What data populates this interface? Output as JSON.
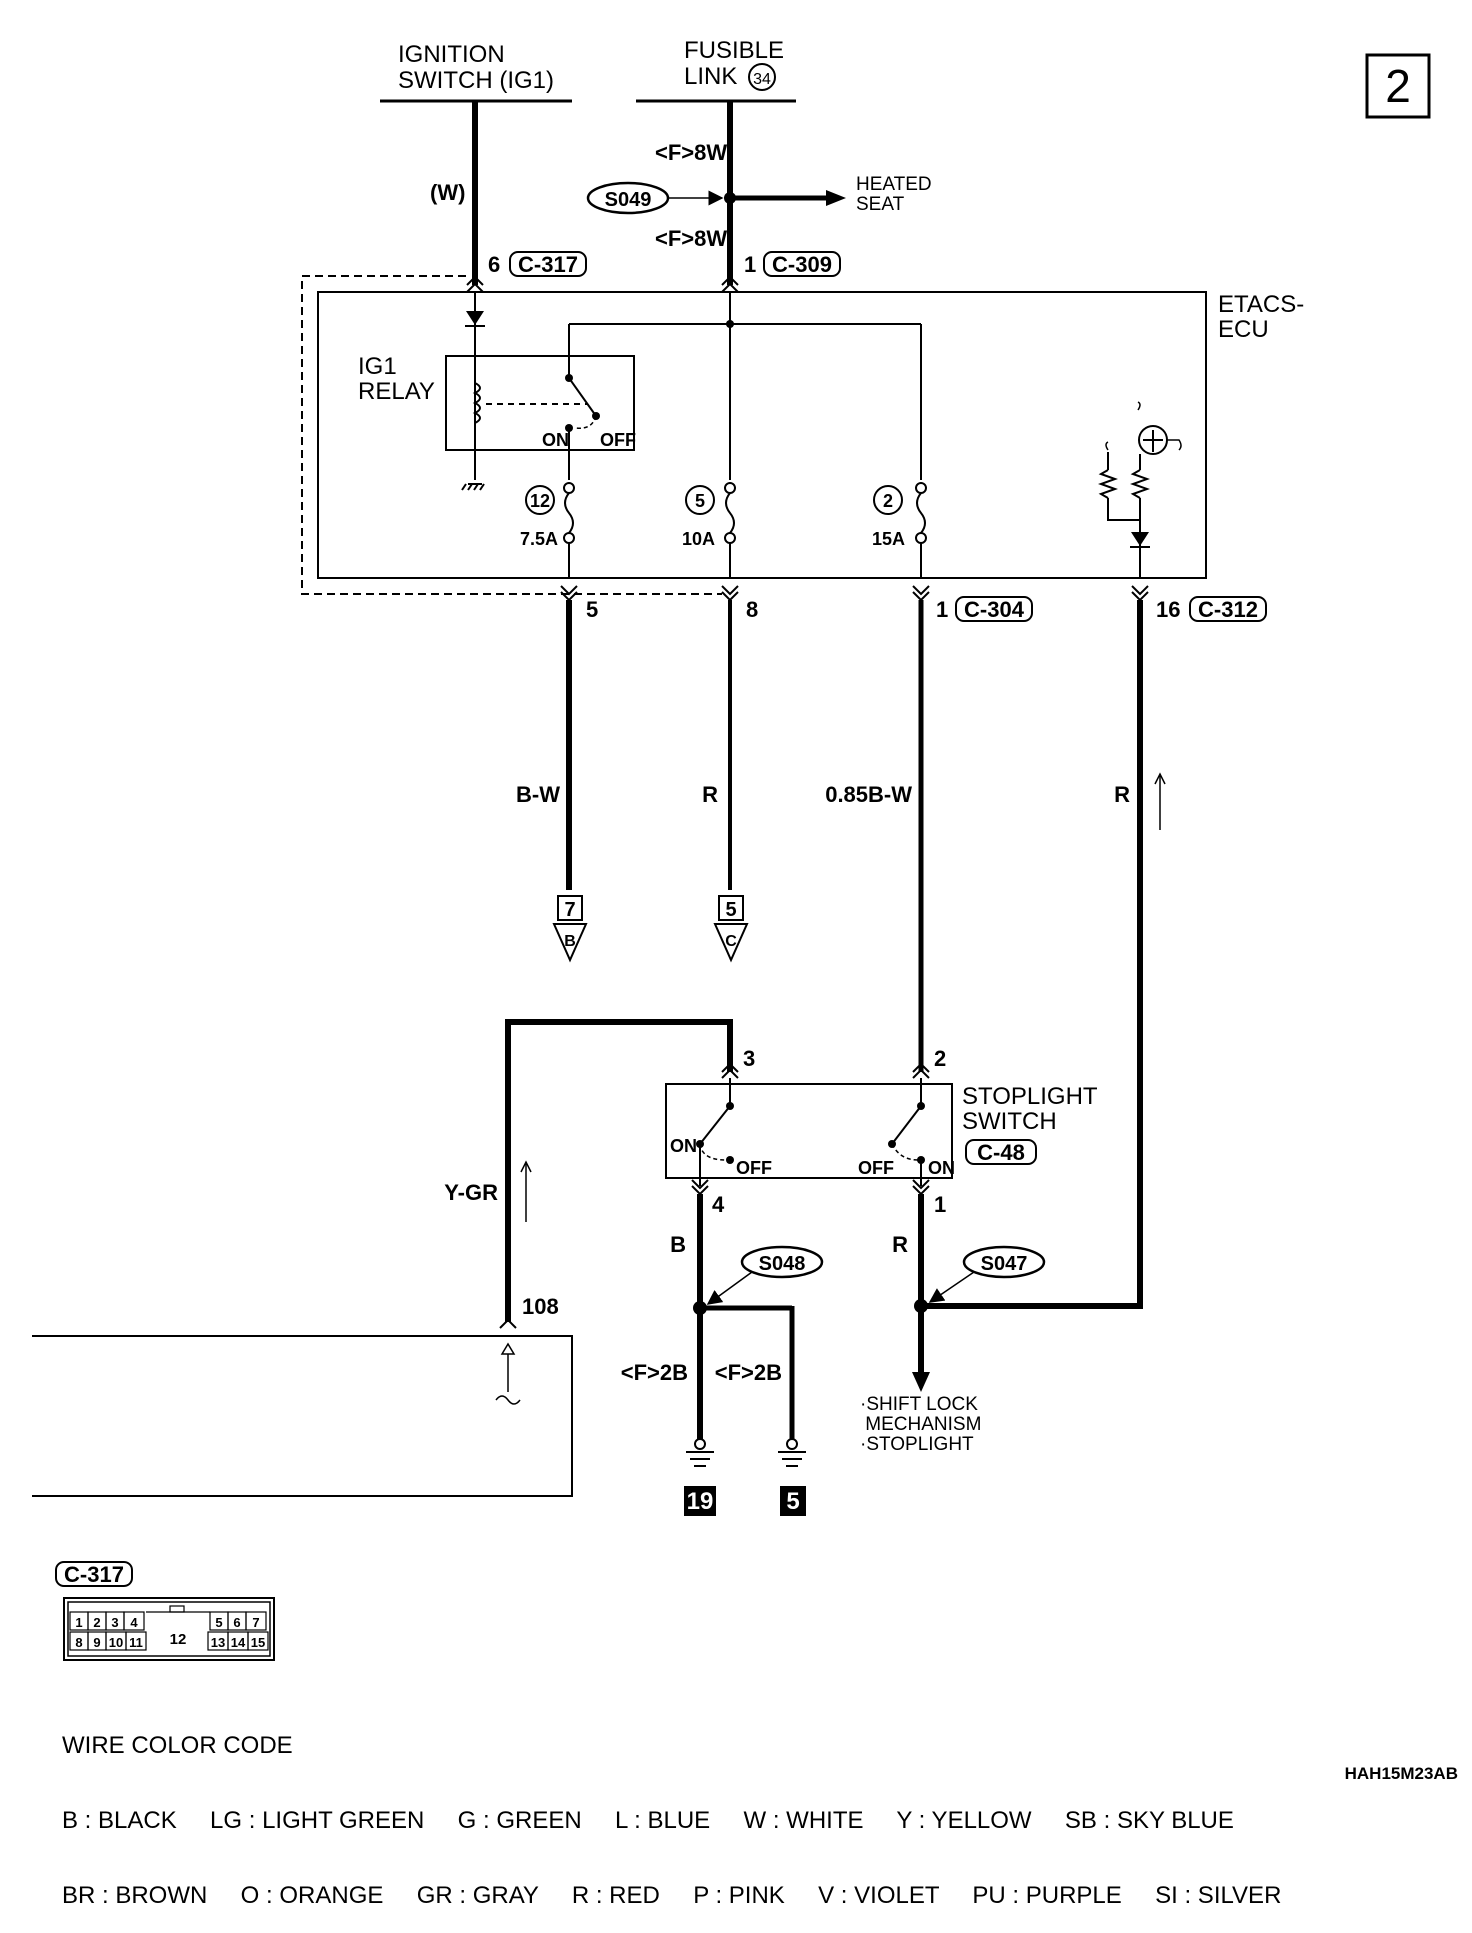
{
  "page_number": "2",
  "sources": {
    "ignition_switch": [
      "IGNITION",
      "SWITCH (IG1)"
    ],
    "fusible_link": [
      "FUSIBLE",
      "LINK"
    ],
    "fusible_link_no": "34"
  },
  "wires": {
    "ig_wire": "(W)",
    "f8w_top": "<F>8W",
    "f8w_bottom": "<F>8W",
    "splice_s049": "S049",
    "heated_seat": [
      "HEATED",
      "SEAT"
    ],
    "out1": "B-W",
    "out2": "R",
    "out3": "0.85B-W",
    "out4": "R",
    "y_gr": "Y-GR",
    "b": "B",
    "r": "R",
    "f2b_left": "<F>2B",
    "f2b_right": "<F>2B",
    "splice_s048": "S048",
    "splice_s047": "S047"
  },
  "pins": {
    "p6": "6",
    "p1_top": "1",
    "p5": "5",
    "p8": "8",
    "p1_mid": "1",
    "p16": "16",
    "p3": "3",
    "p2": "2",
    "p4": "4",
    "p1_bot": "1",
    "p108": "108"
  },
  "connectors": {
    "c317": "C-317",
    "c309": "C-309",
    "c304": "C-304",
    "c312": "C-312",
    "c48": "C-48"
  },
  "ecu": {
    "name": [
      "ETACS-",
      "ECU"
    ],
    "relay": [
      "IG1",
      "RELAY"
    ],
    "relay_on": "ON",
    "relay_off": "OFF",
    "fuses": [
      {
        "no": "12",
        "rating": "7.5A"
      },
      {
        "no": "5",
        "rating": "10A"
      },
      {
        "no": "2",
        "rating": "15A"
      }
    ]
  },
  "refs": {
    "ref7": "7",
    "ref7_sub": "B",
    "ref5": "5",
    "ref5_sub": "C"
  },
  "stoplight_switch": {
    "name": [
      "STOPLIGHT",
      "SWITCH"
    ],
    "on": "ON",
    "off": "OFF"
  },
  "outputs": [
    "·SHIFT LOCK",
    " MECHANISM",
    "·STOPLIGHT"
  ],
  "grounds": [
    "19",
    "5"
  ],
  "connector_face": {
    "title": "C-317",
    "top_pins": [
      "1",
      "2",
      "3",
      "4"
    ],
    "top_right": [
      "5",
      "6",
      "7"
    ],
    "bottom_pins": [
      "8",
      "9",
      "10",
      "11"
    ],
    "bottom_right": [
      "13",
      "14",
      "15"
    ],
    "center": "12"
  },
  "wire_color_code": {
    "title": "WIRE COLOR CODE",
    "row1": "B : BLACK     LG : LIGHT GREEN     G : GREEN     L : BLUE     W : WHITE     Y : YELLOW     SB : SKY BLUE",
    "row2": "BR : BROWN     O : ORANGE     GR : GRAY     R : RED     P : PINK     V : VIOLET     PU : PURPLE     SI : SILVER"
  },
  "diagram_code": "HAH15M23AB"
}
